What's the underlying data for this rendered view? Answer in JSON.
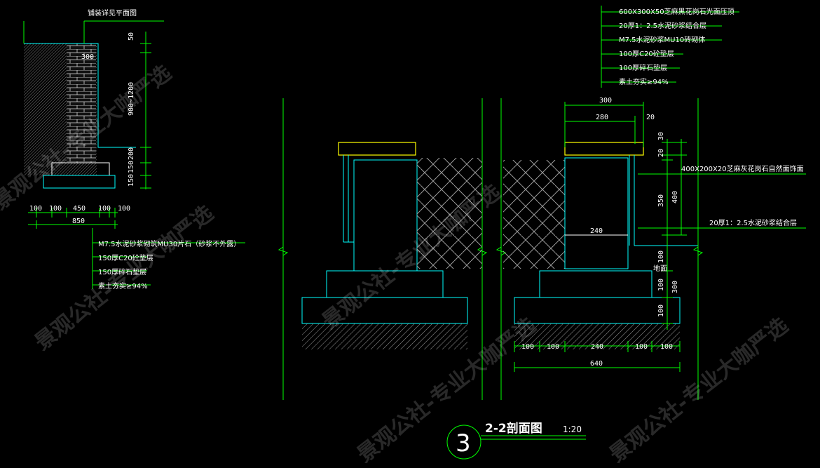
{
  "left_detail": {
    "top_note": "铺装详见平面图",
    "dims_vertical": [
      "50",
      "900~1200",
      "200",
      "150",
      "150"
    ],
    "dim_top": "300",
    "dims_bottom": [
      "100",
      "100",
      "450",
      "100",
      "100"
    ],
    "dim_total": "850",
    "notes": [
      "M7.5水泥砂浆砌筑MU30片石（砂浆不外露）",
      "150厚C20砼垫层",
      "150厚碎石垫层",
      "素土夯实≥94%"
    ]
  },
  "right_detail": {
    "top_notes": [
      "600X300X50芝麻黑花岗石光面压顶",
      "20厚1：2.5水泥砂浆结合层",
      "M7.5水泥砂浆MU10砖砌体",
      "100厚C20砼垫层",
      "100厚碎石垫层",
      "素土夯实≥94%"
    ],
    "dims_top": [
      "300",
      "280",
      "20"
    ],
    "dims_right": [
      "30",
      "20",
      "350",
      "400",
      "100",
      "100",
      "300",
      "100"
    ],
    "dim_inner": "240",
    "side_notes": [
      "400X200X20芝麻灰花岗石自然面饰面",
      "20厚1：2.5水泥砂浆结合层"
    ],
    "ground_label": "地面",
    "dims_bottom": [
      "100",
      "100",
      "240",
      "100",
      "100"
    ],
    "dim_total": "640"
  },
  "title_block": {
    "number": "3",
    "title": "2-2剖面图",
    "scale": "1:20"
  },
  "watermark": "景观公社-专业大咖严选"
}
